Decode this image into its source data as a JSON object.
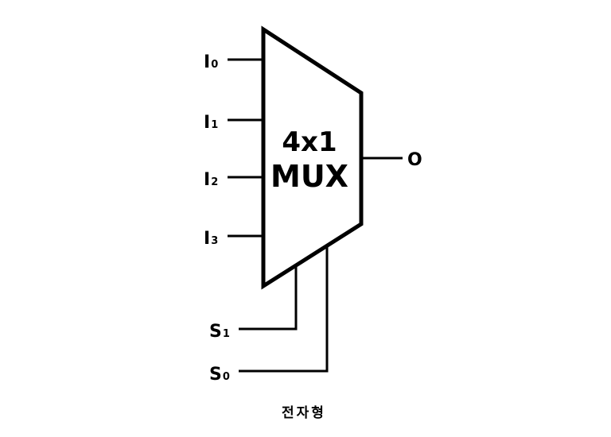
{
  "mux": {
    "line1": "4x1",
    "line2": "MUX"
  },
  "inputs": [
    {
      "base": "I",
      "sub": "0"
    },
    {
      "base": "I",
      "sub": "1"
    },
    {
      "base": "I",
      "sub": "2"
    },
    {
      "base": "I",
      "sub": "3"
    }
  ],
  "selects": [
    {
      "base": "S",
      "sub": "1"
    },
    {
      "base": "S",
      "sub": "0"
    }
  ],
  "output": {
    "label": "O"
  },
  "caption": "전자형"
}
